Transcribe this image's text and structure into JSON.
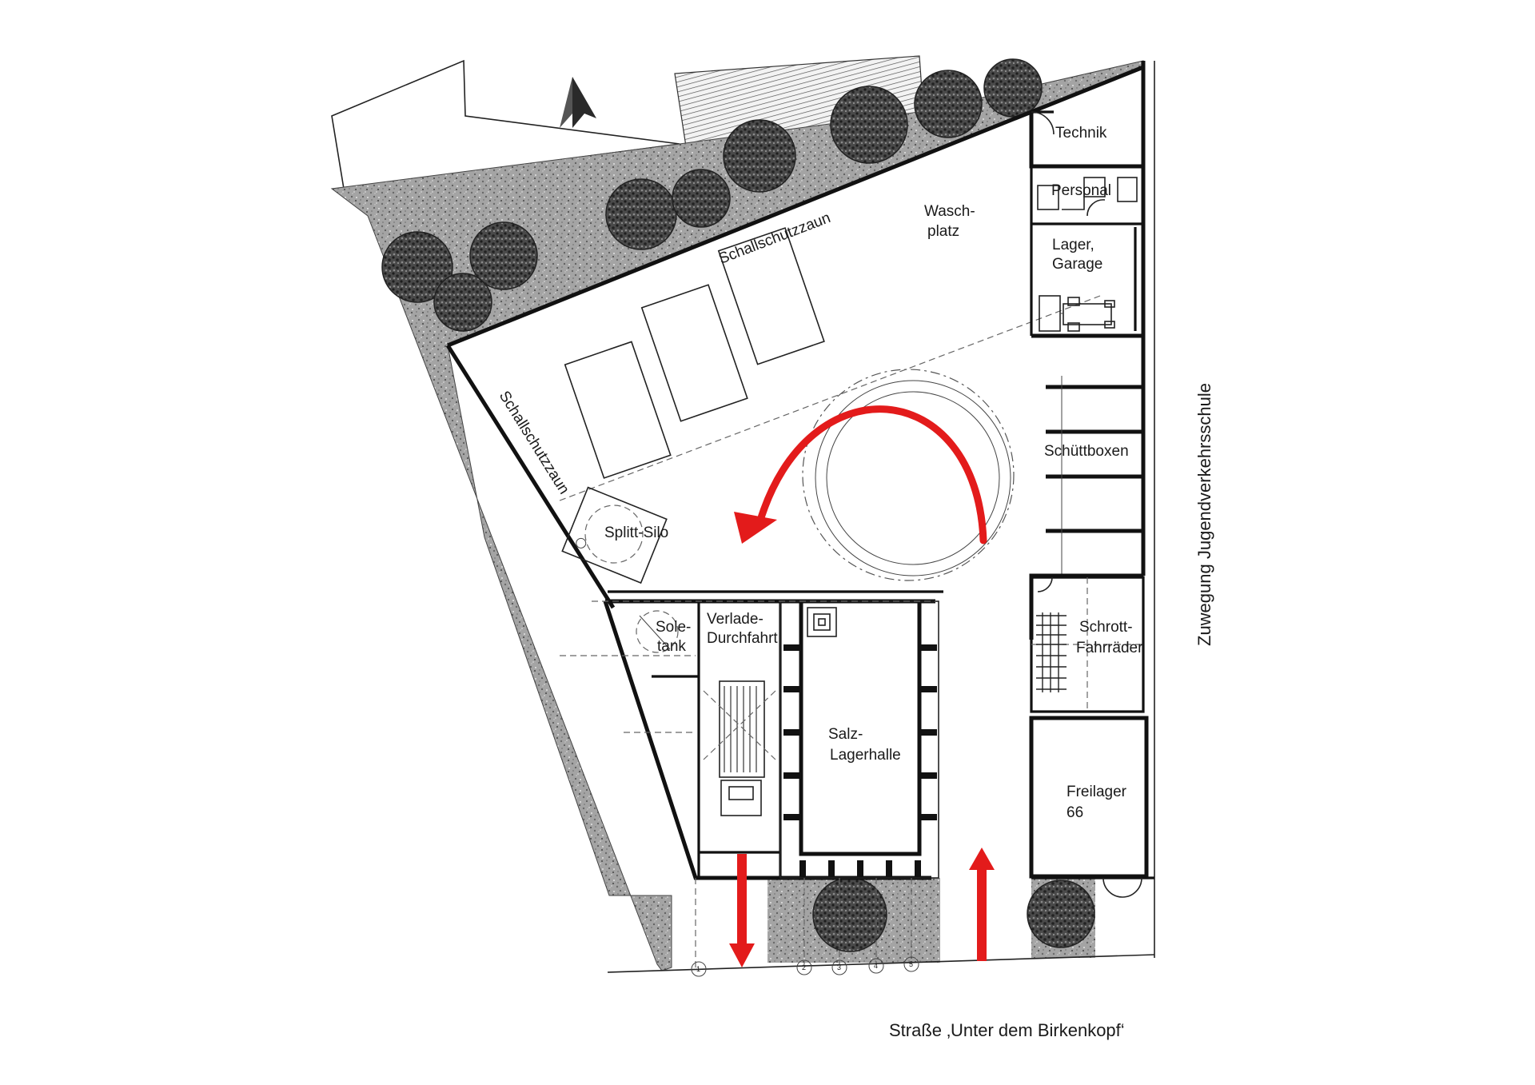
{
  "labels": {
    "technik": "Technik",
    "personal": "Personal",
    "waschplatz_1": "Wasch-",
    "waschplatz_2": "platz",
    "lager_1": "Lager,",
    "lager_2": "Garage",
    "schallschutz_top": "Schallschutzzaun",
    "schallschutz_left": "Schallschutzzaun",
    "schuettboxen": "Schüttboxen",
    "splitt_silo": "Splitt-Silo",
    "sole_1": "Sole-",
    "sole_2": "tank",
    "verlade_1": "Verlade-",
    "verlade_2": "Durchfahrt",
    "schrott_1": "Schrott-",
    "schrott_2": "Fahrräder",
    "salz_1": "Salz-",
    "salz_2": "Lagerhalle",
    "freilager_1": "Freilager",
    "freilager_2": "66",
    "zuwegung": "Zuwegung Jugendverkehrsschule",
    "strasse": "Straße ‚Unter dem Birkenkopf‘"
  },
  "axis_numbers": [
    "1",
    "2",
    "3",
    "4",
    "5"
  ],
  "colors": {
    "arrow_red": "#e31b1b",
    "gravel": "#9a9a9a",
    "line": "#111111"
  },
  "icons": {
    "north": "north-arrow-icon",
    "turn": "turning-arrow-icon"
  }
}
